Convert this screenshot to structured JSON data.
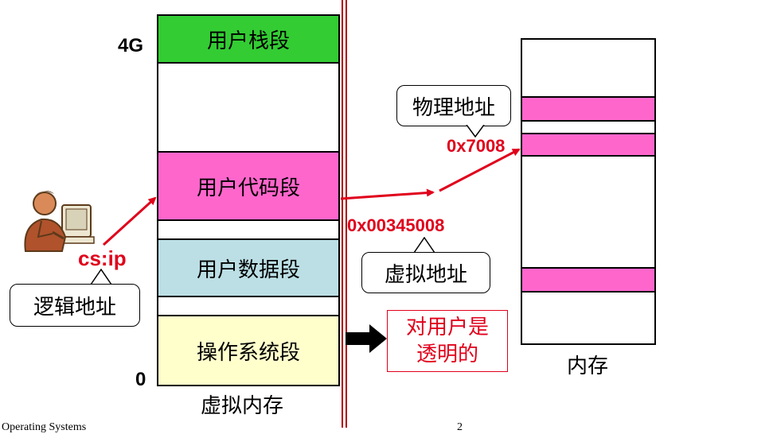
{
  "virtual_memory": {
    "label_top": "4G",
    "label_bottom": "0",
    "segments": {
      "stack": "用户栈段",
      "code": "用户代码段",
      "data": "用户数据段",
      "os": "操作系统段"
    },
    "caption": "虚拟内存"
  },
  "physical_memory": {
    "caption": "内存"
  },
  "labels": {
    "logical_address_callout": "逻辑地址",
    "cs_ip": "cs:ip",
    "virtual_address_value": "0x00345008",
    "virtual_address_callout": "虚拟地址",
    "physical_address_value": "0x7008",
    "physical_address_callout": "物理地址",
    "transparent_line1": "对用户是",
    "transparent_line2": "透明的"
  },
  "footer": {
    "course": "Operating Systems",
    "page_number": "2"
  },
  "colors": {
    "stack_green": "#33cc33",
    "code_pink": "#ff66cc",
    "data_blue": "#bbdfe5",
    "os_yellow": "#ffffcc",
    "address_red": "#e0001b",
    "divider_red": "#b00000"
  },
  "icons": {
    "user_at_computer": "person-at-computer-icon",
    "right_arrow": "block-arrow-right-icon"
  }
}
